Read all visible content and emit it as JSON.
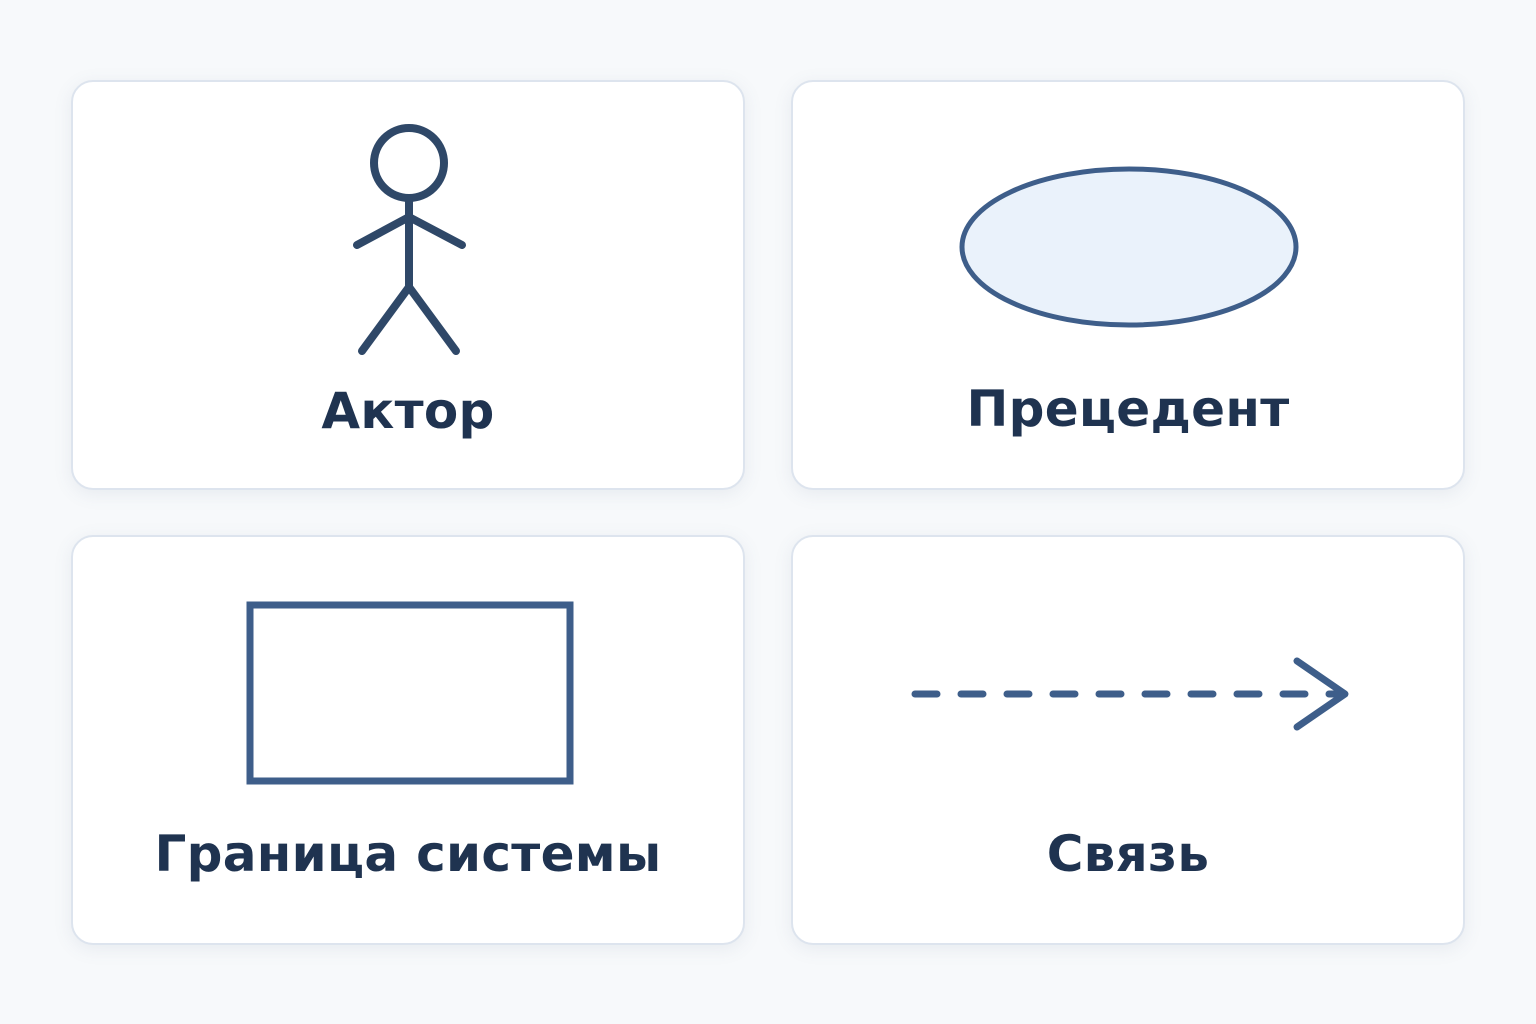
{
  "colors": {
    "background": "#f7f9fb",
    "card_background": "#ffffff",
    "card_border": "#dde4ee",
    "shape_stroke": "#3e5e8a",
    "actor_stroke": "#2f4868",
    "ellipse_fill": "#eaf2fb",
    "label_text": "#1f3350"
  },
  "cards": [
    {
      "label": "Актор",
      "icon": "stick-figure-actor-icon"
    },
    {
      "label": "Прецедент",
      "icon": "ellipse-use-case-icon"
    },
    {
      "label": "Граница системы",
      "icon": "rectangle-boundary-icon"
    },
    {
      "label": "Связь",
      "icon": "dashed-arrow-icon"
    }
  ]
}
